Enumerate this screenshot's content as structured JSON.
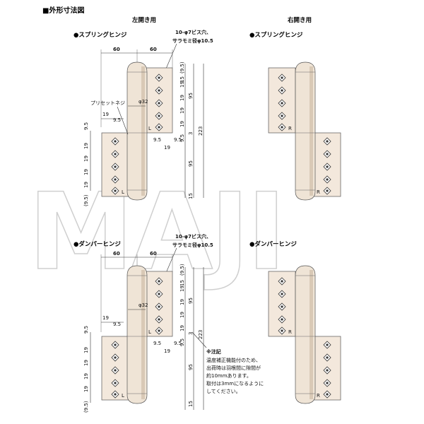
{
  "heading": "■外形寸法図",
  "columns": {
    "left": "左開き用",
    "right": "右開き用"
  },
  "sections": {
    "spring": "●スプリングヒンジ",
    "damper": "●ダンパーヒンジ"
  },
  "labels": {
    "hole_spec_line1": "10-φ7ビス穴、",
    "hole_spec_line2": "サラモミ径φ10.5",
    "preset_screw": "プリセットネジ",
    "diameter": "φ32",
    "mark_left": "L",
    "mark_right": "R"
  },
  "dimensions": {
    "top": [
      "60",
      "60"
    ],
    "right_stack": [
      "(9.5)",
      "15",
      "19",
      "19",
      "19",
      "19",
      "19",
      "3",
      "9.5",
      "95",
      "95",
      "15",
      "223",
      "(9.5)"
    ],
    "left_stack": [
      "9.5",
      "9.5",
      "19",
      "19",
      "19",
      "19",
      "19",
      "(9.5)",
      "19"
    ],
    "lower": [
      "9.5",
      "19",
      "9.5"
    ]
  },
  "note": {
    "title": "※注記",
    "lines": [
      "温度補正機能付のため、",
      "出荷時は羽根間に隙間が",
      "約10mmあります。",
      "取付は3mmになるように",
      "してください。"
    ]
  },
  "watermark": "MAJI",
  "colors": {
    "leaf": "#f3e8dc",
    "barrel": "#efe4d6"
  }
}
